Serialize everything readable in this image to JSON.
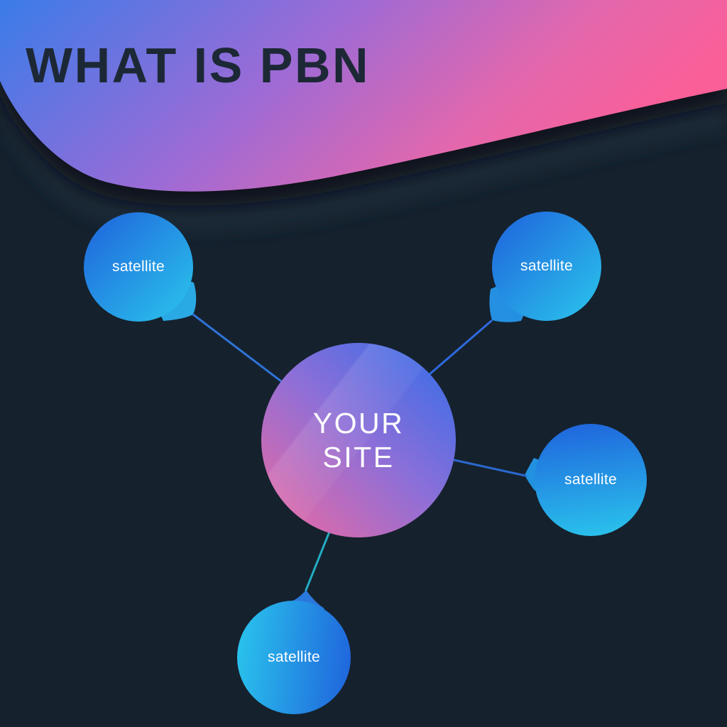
{
  "title": "WHAT IS PBN",
  "diagram": {
    "center_node": {
      "label": "YOUR SITE",
      "label_lines": [
        "YOUR",
        "SITE"
      ]
    },
    "satellite_nodes": [
      {
        "position": "top-left",
        "label": "satellite"
      },
      {
        "position": "top-right",
        "label": "satellite"
      },
      {
        "position": "middle-right",
        "label": "satellite"
      },
      {
        "position": "bottom",
        "label": "satellite"
      }
    ]
  },
  "colors": {
    "background": "#15212d",
    "title": "#1d2836",
    "label": "#ffffff",
    "header_g1": "#3a7ce9",
    "header_g2": "#9c6bd6",
    "header_g3": "#fb5f98",
    "satellite_blue": "#1f62dc",
    "satellite_cyan": "#2ac6ec",
    "center_g1": "#2f6de9",
    "center_g2": "#8c6fd8",
    "center_g3": "#f0699f",
    "connector_blue": "#2e70d6",
    "connector_teal": "#23acc4"
  }
}
